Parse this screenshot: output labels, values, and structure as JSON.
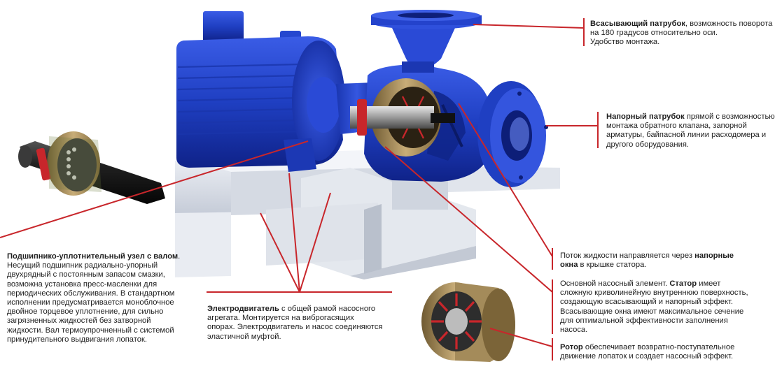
{
  "colors": {
    "leader": "#c8262b",
    "pump_blue": "#1f3fc2",
    "pump_blue_dark": "#12289a",
    "bronze": "#a48b5a",
    "frame": "#d8dde6"
  },
  "callouts": {
    "suction": {
      "bold": "Всасывающий патрубок",
      "rest1": ", возможность поворота",
      "line2": "на 180 градусов относительно оси.",
      "line3": "Удобство монтажа."
    },
    "discharge": {
      "bold": "Напорный патрубок",
      "rest1": " прямой с возможностью",
      "line2": "монтажа обратного клапана, запорной",
      "line3": "арматуры, байпасной линии расходомера и",
      "line4": "другого оборудования."
    },
    "flow": {
      "pre": "Поток жидкости направляется через ",
      "bold1": "напорные",
      "bold2": "окна",
      "rest2": " в крышке статора."
    },
    "stator": {
      "pre": "Основной насосный элемент. ",
      "bold": "Статор",
      "rest1": " имеет",
      "line2": "сложную криволинейную внутреннюю поверхность,",
      "line3": "создающую всасывающий и напорный эффект.",
      "line4": "Всасывающие окна имеют максимальное сечение",
      "line5": "для оптимальной эффективности заполнения",
      "line6": "насоса."
    },
    "rotor": {
      "bold": "Ротор",
      "rest1": " обеспечивает возвратно-поступательное",
      "line2": "движение лопаток и создает насосный эффект."
    },
    "motor": {
      "bold": "Электродвигатель",
      "rest1": " с общей рамой насосного",
      "line2": "агрегата. Монтируется на виброгасящих",
      "line3": "опорах. Электродвигатель и насос соединяются",
      "line4": "эластичной муфтой."
    },
    "bearing": {
      "bold": "Подшипнико-уплотнительный узел с валом",
      "rest1": ".",
      "line2": "Несущий подшипник радиально-упорный",
      "line3": "двухрядный с постоянным запасом смазки,",
      "line4": "возможна установка пресс-масленки для",
      "line5": "периодических обслуживания. В стандартном",
      "line6": "исполнении предусматривается моноблочное",
      "line7": "двойное торцевое уплотнение, для сильно",
      "line8": "загрязненных жидкостей без затворной",
      "line9": "жидкости. Вал термоупрочненный с системой",
      "line10": "принудительного выдвигания лопаток."
    }
  }
}
